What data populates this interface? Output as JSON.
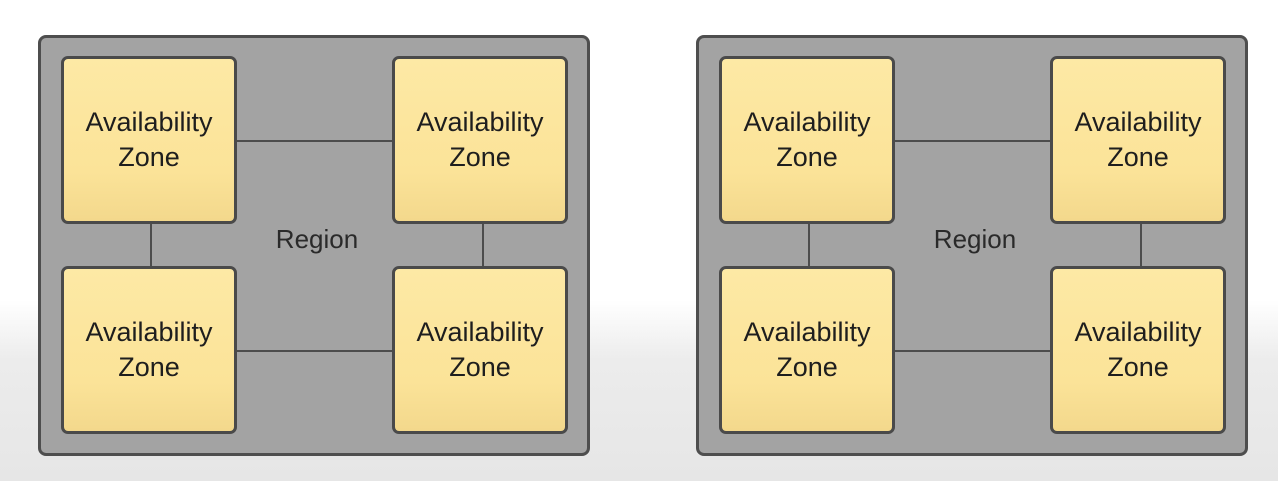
{
  "colors": {
    "region_fill": "#a3a3a3",
    "region_border": "#4e4e4e",
    "zone_fill": "#fde9a5",
    "zone_border": "#4a4a4a",
    "connector": "#4d4d4d"
  },
  "regions": [
    {
      "label": "Region",
      "zones": [
        {
          "line1": "Availability",
          "line2": "Zone"
        },
        {
          "line1": "Availability",
          "line2": "Zone"
        },
        {
          "line1": "Availability",
          "line2": "Zone"
        },
        {
          "line1": "Availability",
          "line2": "Zone"
        }
      ]
    },
    {
      "label": "Region",
      "zones": [
        {
          "line1": "Availability",
          "line2": "Zone"
        },
        {
          "line1": "Availability",
          "line2": "Zone"
        },
        {
          "line1": "Availability",
          "line2": "Zone"
        },
        {
          "line1": "Availability",
          "line2": "Zone"
        }
      ]
    }
  ]
}
